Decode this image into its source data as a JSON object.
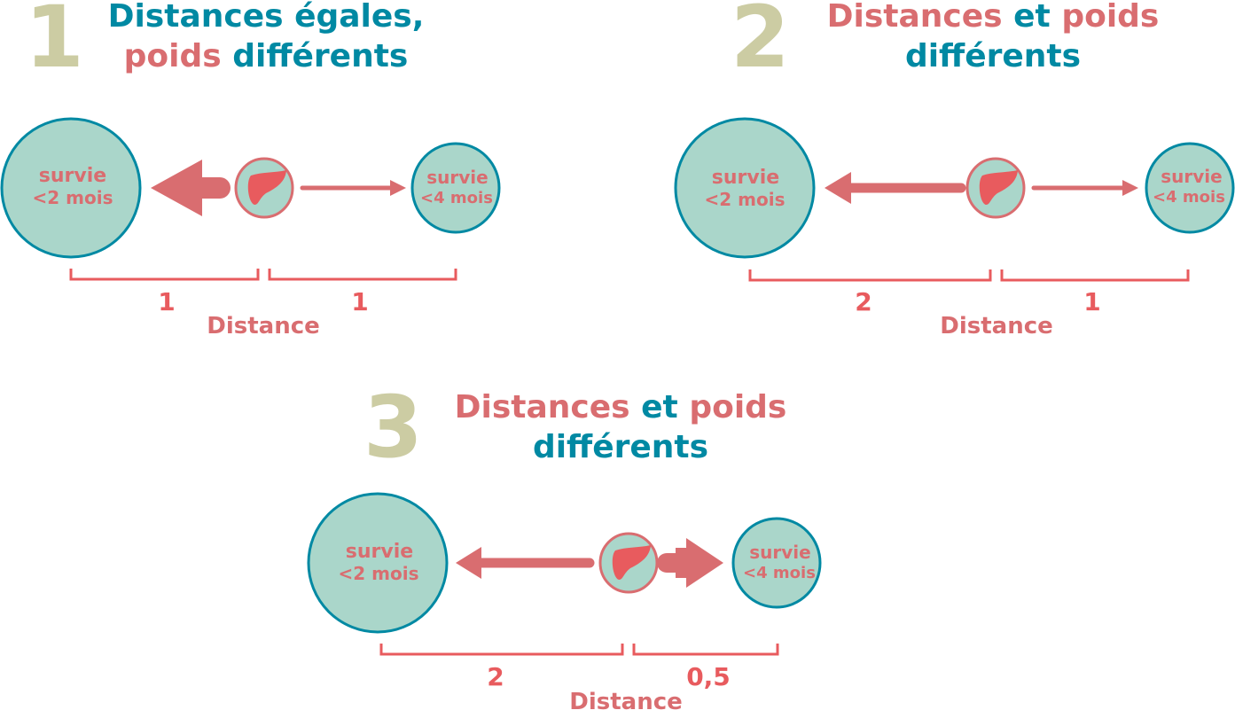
{
  "colors": {
    "teal": "#0089a3",
    "rose": "#d96d70",
    "red": "#e85b5e",
    "circle_fill": "#aad6ca",
    "number": "#cccca3"
  },
  "panels": [
    {
      "number": "1",
      "title_line1": [
        {
          "text": "Distances égales,",
          "color": "teal"
        }
      ],
      "title_line2": [
        {
          "text": "poids",
          "color": "rose"
        },
        {
          "text": " différents",
          "color": "teal"
        }
      ],
      "left_circle": {
        "line1": "survie",
        "line2": "<2 mois"
      },
      "right_circle": {
        "line1": "survie",
        "line2": "<4 mois"
      },
      "organ_icon": "liver-icon",
      "left_arrow_weight": "heavy",
      "right_arrow_weight": "light",
      "left_distance": "1",
      "right_distance": "1",
      "distance_label": "Distance"
    },
    {
      "number": "2",
      "title_line1": [
        {
          "text": "Distances",
          "color": "rose"
        },
        {
          "text": " et ",
          "color": "teal"
        },
        {
          "text": "poids",
          "color": "rose"
        }
      ],
      "title_line2": [
        {
          "text": "différents",
          "color": "teal"
        }
      ],
      "left_circle": {
        "line1": "survie",
        "line2": "<2 mois"
      },
      "right_circle": {
        "line1": "survie",
        "line2": "<4 mois"
      },
      "organ_icon": "liver-icon",
      "left_arrow_weight": "medium",
      "right_arrow_weight": "light",
      "left_distance": "2",
      "right_distance": "1",
      "distance_label": "Distance"
    },
    {
      "number": "3",
      "title_line1": [
        {
          "text": "Distances",
          "color": "rose"
        },
        {
          "text": " et ",
          "color": "teal"
        },
        {
          "text": "poids",
          "color": "rose"
        }
      ],
      "title_line2": [
        {
          "text": "différents",
          "color": "teal"
        }
      ],
      "left_circle": {
        "line1": "survie",
        "line2": "<2 mois"
      },
      "right_circle": {
        "line1": "survie",
        "line2": "<4 mois"
      },
      "organ_icon": "liver-icon",
      "left_arrow_weight": "medium",
      "right_arrow_weight": "heavy",
      "left_distance": "2",
      "right_distance": "0,5",
      "distance_label": "Distance"
    }
  ]
}
